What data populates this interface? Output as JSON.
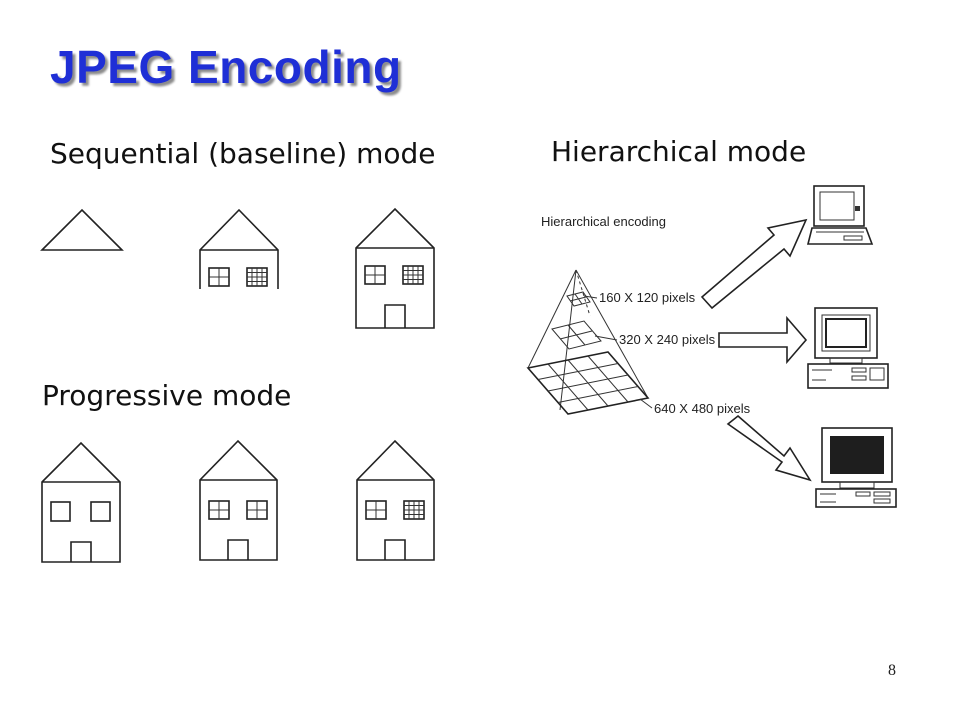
{
  "slide": {
    "title": "JPEG Encoding",
    "page_number": "8"
  },
  "sequential": {
    "label": "Sequential (baseline) mode"
  },
  "progressive": {
    "label": "Progressive mode"
  },
  "hierarchical": {
    "label": "Hierarchical mode",
    "figure_caption": "Hierarchical encoding",
    "levels": [
      {
        "label": "160 X 120 pixels"
      },
      {
        "label": "320 X 240 pixels"
      },
      {
        "label": "640 X 480 pixels"
      }
    ]
  }
}
